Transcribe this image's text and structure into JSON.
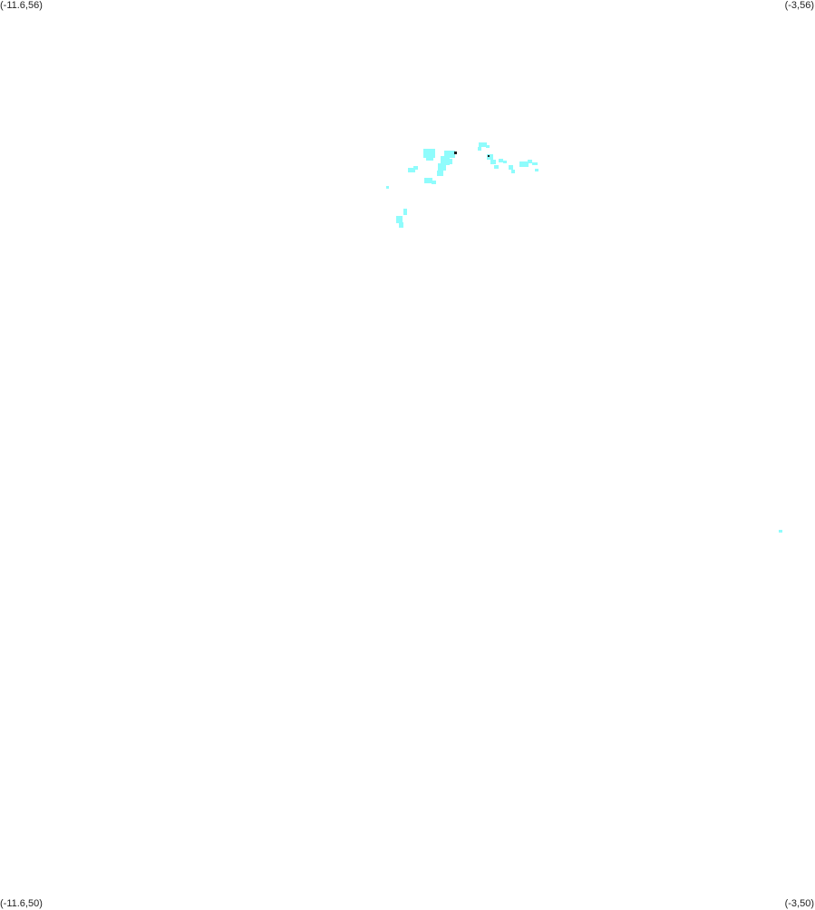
{
  "corners": {
    "top_left": "(-11.6,56)",
    "top_right": "(-3,56)",
    "bottom_left": "(-11.6,50)",
    "bottom_right": "(-3,50)"
  },
  "map": {
    "fill_color": "#8ffcfc",
    "marker_color": "#1a1a1a"
  }
}
